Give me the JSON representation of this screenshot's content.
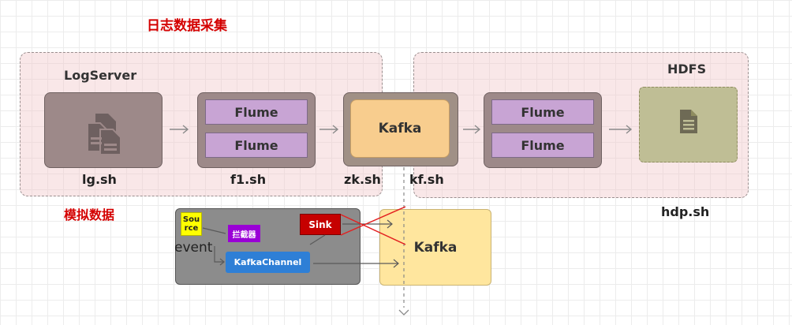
{
  "title": "日志数据采集",
  "groups": {
    "left": {
      "title": "LogServer"
    },
    "right": {
      "title": "HDFS"
    }
  },
  "nodes": {
    "flume1": {
      "bars": [
        "Flume",
        "Flume"
      ]
    },
    "kafka_top": {
      "label": "Kafka"
    },
    "flume2": {
      "bars": [
        "Flume",
        "Flume"
      ]
    },
    "kafka_bottom": {
      "label": "Kafka"
    }
  },
  "labels": {
    "lg": "lg.sh",
    "f1": "f1.sh",
    "zk": "zk.sh",
    "kf": "kf.sh",
    "hdp": "hdp.sh",
    "mock_data": "模拟数据"
  },
  "channel_detail": {
    "source": "Source",
    "interceptor": "拦截器",
    "sink": "Sink",
    "event": "event",
    "channel": "KafkaChannel"
  },
  "icons": {
    "logserver": "documents-icon",
    "hdfs": "document-icon",
    "arrow": "arrow-right-icon",
    "chevron": "chevron-down-icon"
  },
  "colors": {
    "title": "#d40000",
    "group_fill": "#f0c6c8",
    "flume": "#c8a4d4",
    "kafka": "#f8cd8e",
    "hdfs": "#bfbe95",
    "source": "#ffff00",
    "interceptor": "#9a00d6",
    "sink": "#c60000",
    "channel": "#2e7fd6"
  }
}
